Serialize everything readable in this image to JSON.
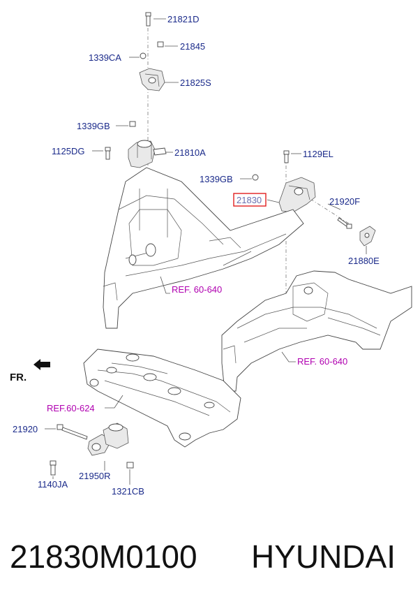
{
  "diagram": {
    "labels": {
      "p21821D": "21821D",
      "p21845": "21845",
      "p1339CA": "1339CA",
      "p21825S": "21825S",
      "p1339GB_a": "1339GB",
      "p1125DG": "1125DG",
      "p21810A": "21810A",
      "p1129EL": "1129EL",
      "p1339GB_b": "1339GB",
      "p21830": "21830",
      "p21920F": "21920F",
      "p21880E": "21880E",
      "p21920": "21920",
      "p1140JA": "1140JA",
      "p21950R": "21950R",
      "p1321CB": "1321CB"
    },
    "refs": {
      "ref1": "REF. 60-640",
      "ref2": "REF. 60-640",
      "ref3": "REF.60-624"
    },
    "direction_label": "FR.",
    "highlight_color": "#e02020"
  },
  "footer": {
    "part_number": "21830M0100",
    "brand": "HYUNDAI"
  }
}
